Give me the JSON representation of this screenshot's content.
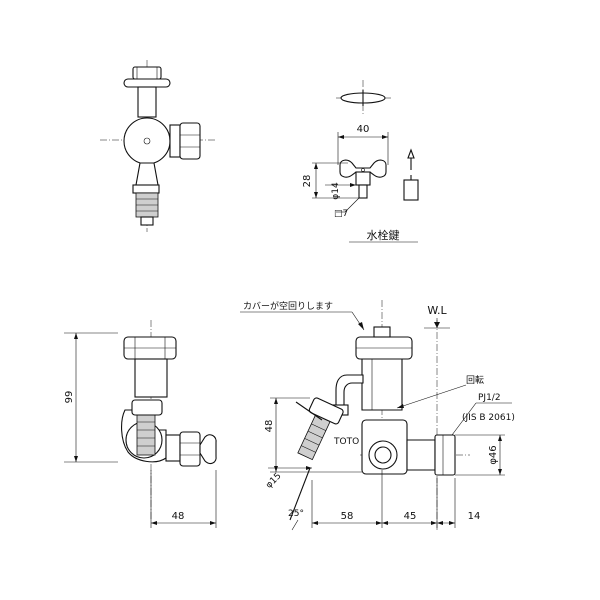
{
  "labels": {
    "key_title": "水栓鍵",
    "cover_note": "カバーが空回りします",
    "wl": "W.L",
    "rotate": "回転",
    "pj": "PJ1/2",
    "jis": "(JIS B 2061)",
    "toto": "TOTO"
  },
  "dimensions": {
    "key_width": "40",
    "key_height": "28",
    "key_phi14": "φ14",
    "key_sq7": "□7",
    "height_99": "99",
    "side_48": "48",
    "front_48": "48",
    "phi15": "φ15",
    "angle_25": "25°",
    "d58": "58",
    "d45": "45",
    "d14": "14",
    "phi46": "φ46"
  }
}
